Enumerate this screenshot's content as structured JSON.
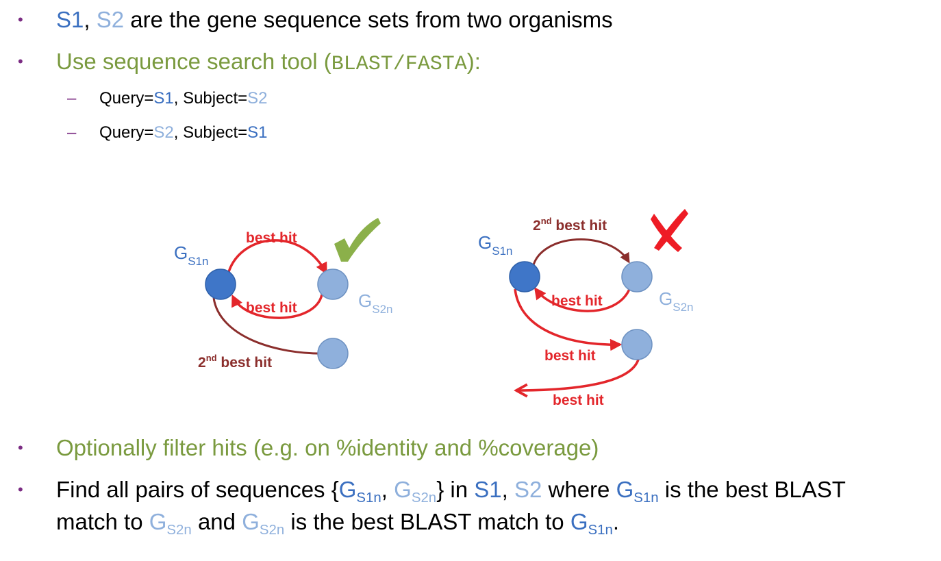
{
  "bullets": {
    "b1": {
      "s1": "S1",
      "comma": ",",
      "s2": "S2",
      "rest": " are the gene sequence sets from two organisms"
    },
    "b2": {
      "pre": "Use sequence search tool (",
      "tool": "BLAST/FASTA",
      "post": "):"
    },
    "sub1": {
      "query": "Query=",
      "q": "S1",
      "subject": ", Subject=",
      "s": "S2"
    },
    "sub2": {
      "query": "Query=",
      "q": "S2",
      "subject": ", Subject=",
      "s": "S1"
    },
    "b3": {
      "text": "Optionally filter hits (e.g. on %identity and %coverage)"
    },
    "b4": {
      "line1_a": "Find all pairs of sequences {",
      "G": "G",
      "sub_s1n": "S1n",
      "sub_s2n": "S2n",
      "comma": ", ",
      "close": "}",
      "in": " in ",
      "s1": "S1",
      "sep": ", ",
      "s2": "S2",
      "where": " where ",
      "best": " is the best BLAST",
      "line2_a": "match to ",
      "and": " and ",
      "best2": " is the best BLAST match to ",
      "end": "."
    }
  },
  "bullet_char": "•",
  "dash_char": "–",
  "diagram_left": {
    "label_top": "best hit",
    "label_bottom": "best hit",
    "label_second": "2",
    "label_second_sup": "nd",
    "label_second_rest": " best hit",
    "node_a": {
      "g": "G",
      "sub": "S1n"
    },
    "node_b": {
      "g": "G",
      "sub": "S2n"
    },
    "status_icon": "checkmark-icon"
  },
  "diagram_right": {
    "label_second": "2",
    "label_second_sup": "nd",
    "label_second_rest": " best hit",
    "label_back": "best hit",
    "label_mid": "best hit",
    "label_bottom": "best hit",
    "node_a": {
      "g": "G",
      "sub": "S1n"
    },
    "node_b": {
      "g": "G",
      "sub": "S2n"
    },
    "status_icon": "cross-icon"
  },
  "colors": {
    "s1_blue": "#3a6fc0",
    "s2_lightblue": "#8fb0dc",
    "green": "#7a9a3f",
    "red": "#e3262b",
    "darkred": "#8b2e2c",
    "purple_bullet": "#7b2c83"
  }
}
